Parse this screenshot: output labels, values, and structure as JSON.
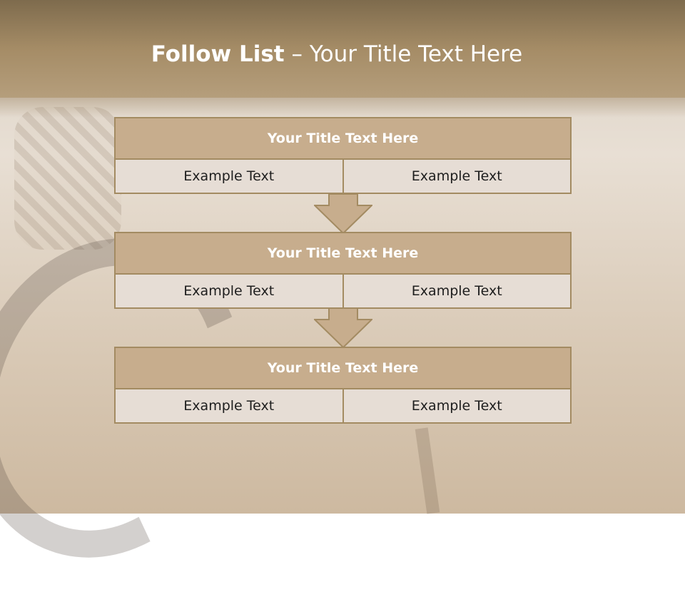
{
  "slide": {
    "title_bold": "Follow List",
    "title_rest": " – Your Title Text Here"
  },
  "blocks": [
    {
      "title": "Your Title Text Here",
      "left": "Example Text",
      "right": "Example Text"
    },
    {
      "title": "Your Title Text Here",
      "left": "Example Text",
      "right": "Example Text"
    },
    {
      "title": "Your Title Text Here",
      "left": "Example Text",
      "right": "Example Text"
    }
  ],
  "colors": {
    "header": "#a58c66",
    "block_header": "#c7ad8d",
    "block_body": "#e6ddd5",
    "border": "#a38b62"
  }
}
